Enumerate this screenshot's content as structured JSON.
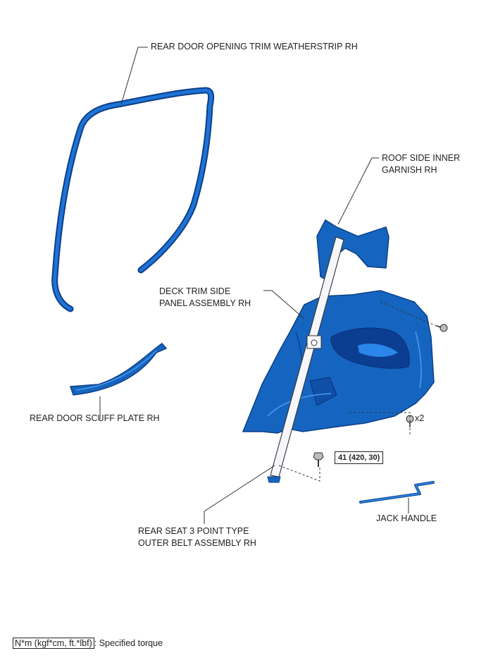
{
  "labels": {
    "weatherstrip": "REAR DOOR OPENING TRIM WEATHERSTRIP RH",
    "roof_garnish_line1": "ROOF SIDE INNER",
    "roof_garnish_line2": "GARNISH RH",
    "deck_trim_line1": "DECK TRIM SIDE",
    "deck_trim_line2": "PANEL ASSEMBLY RH",
    "scuff_plate": "REAR DOOR SCUFF PLATE RH",
    "jack_handle": "JACK HANDLE",
    "seat_belt_line1": "REAR SEAT 3 POINT TYPE",
    "seat_belt_line2": "OUTER BELT ASSEMBLY RH",
    "clip_quantity": "x2",
    "torque_value": "41 (420, 30)"
  },
  "legend": {
    "unit": "N*m (kgf*cm, ft.*lbf)",
    "text": ": Specified torque"
  },
  "colors": {
    "part_fill": "#1565c0",
    "part_edge": "#0d3f86",
    "leader": "#333333"
  }
}
